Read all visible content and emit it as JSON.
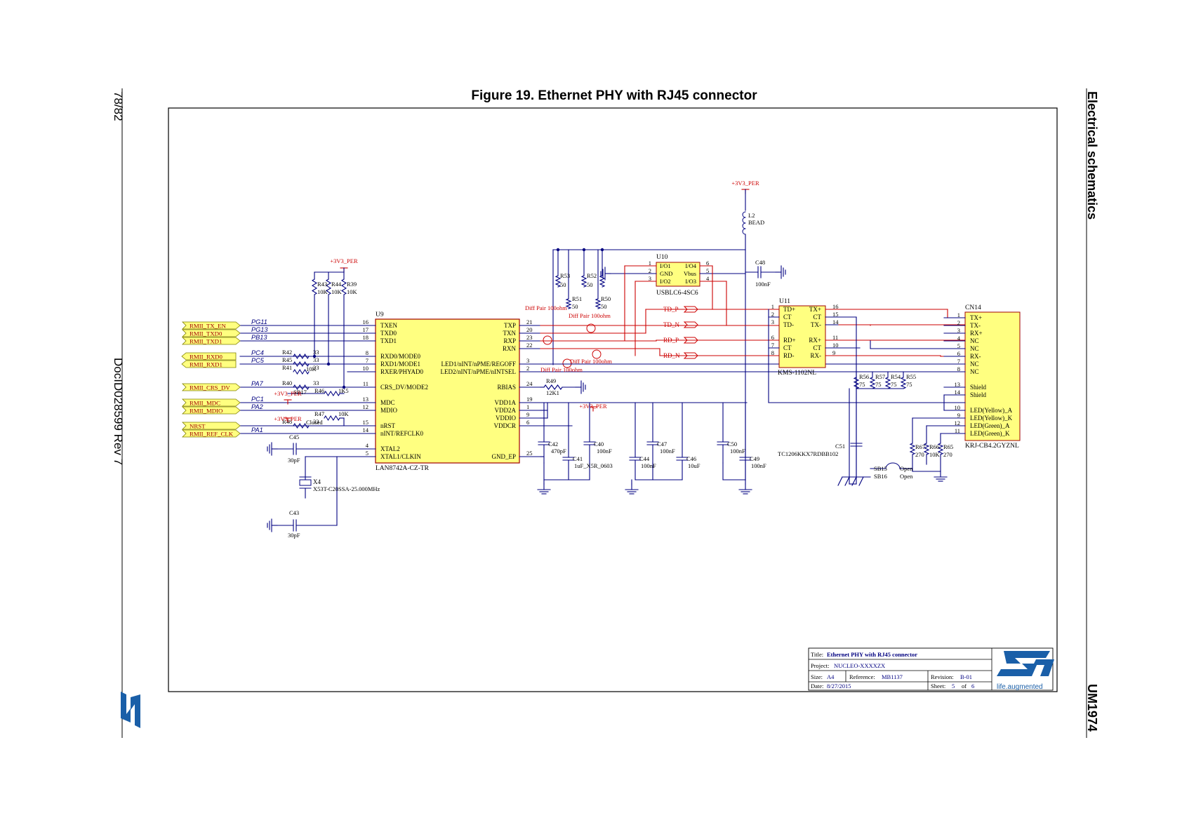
{
  "page": {
    "page_number": "78/82",
    "doc_id": "DocID028599 Rev 7",
    "section": "Electrical schematics",
    "doc_code": "UM1974",
    "figure_title": "Figure 19. Ethernet PHY with RJ45 connector"
  },
  "colors": {
    "wire": "#000080",
    "red": "#cc0000",
    "netfill": "#ffff80",
    "net": "#808000",
    "comp": "#a00000",
    "text": "#000000"
  },
  "power": {
    "v33": "+3V3_PER"
  },
  "nets": [
    {
      "name": "RMII_TX_EN",
      "port": "PG11"
    },
    {
      "name": "RMII_TXD0",
      "port": "PG13"
    },
    {
      "name": "RMII_TXD1",
      "port": "PB13"
    },
    {
      "name": "RMII_RXD0",
      "port": "PC4"
    },
    {
      "name": "RMII_RXD1",
      "port": "PC5"
    },
    {
      "name": "RMII_CRS_DV",
      "port": "PA7"
    },
    {
      "name": "RMII_MDC",
      "port": "PC1"
    },
    {
      "name": "RMII_MDIO",
      "port": "PA2"
    },
    {
      "name": "NRST",
      "port": ""
    },
    {
      "name": "RMII_REF_CLK",
      "port": "PA1"
    }
  ],
  "u9": {
    "ref": "U9",
    "part": "LAN8742A-CZ-TR",
    "left_pins": [
      "TXEN",
      "TXD0",
      "TXD1",
      "RXD0/MODE0",
      "RXD1/MODE1",
      "RXER/PHYAD0",
      "CRS_DV/MODE2",
      "MDC",
      "MDIO",
      "nRST",
      "nINT/REFCLK0",
      "XTAL2",
      "XTAL1/CLKIN"
    ],
    "left_nums": [
      "16",
      "17",
      "18",
      "8",
      "7",
      "10",
      "11",
      "13",
      "12",
      "15",
      "14",
      "4",
      "5"
    ],
    "right_pins": [
      "TXP",
      "TXN",
      "RXP",
      "RXN",
      "LED1/nINT/nPME/REGOFF",
      "LED2/nINT/nPME/nINTSEL",
      "RBIAS",
      "VDD1A",
      "VDD2A",
      "VDDIO",
      "VDDCR",
      "GND_EP"
    ],
    "right_nums": [
      "21",
      "20",
      "23",
      "22",
      "3",
      "2",
      "24",
      "19",
      "1",
      "9",
      "6",
      "25"
    ]
  },
  "u10": {
    "ref": "U10",
    "part": "USBLC6-4SC6",
    "pins": [
      "I/O1",
      "GND",
      "I/O2",
      "I/O4",
      "Vbus",
      "I/O3"
    ],
    "nums": [
      "1",
      "2",
      "3",
      "6",
      "5",
      "4"
    ]
  },
  "u11": {
    "ref": "U11",
    "part": "KMS-1102NL",
    "left_pins": [
      "TD+",
      "CT",
      "TD-",
      "RD+",
      "CT",
      "RD-"
    ],
    "left_nums": [
      "1",
      "2",
      "3",
      "6",
      "7",
      "8"
    ],
    "right_pins": [
      "TX+",
      "CT",
      "TX-",
      "RX+",
      "CT",
      "RX-"
    ],
    "right_nums": [
      "16",
      "15",
      "14",
      "11",
      "10",
      "9"
    ]
  },
  "cn14": {
    "ref": "CN14",
    "part": "KRJ-CB4.2GYZNL",
    "pins": [
      "TX+",
      "TX-",
      "RX+",
      "NC",
      "NC",
      "RX-",
      "NC",
      "NC",
      "Shield",
      "Shield",
      "LED(Yellow)_A",
      "LED(Yellow)_K",
      "LED(Green)_A",
      "LED(Green)_K"
    ],
    "nums": [
      "1",
      "2",
      "3",
      "4",
      "5",
      "6",
      "7",
      "8",
      "13",
      "14",
      "10",
      "9",
      "12",
      "11"
    ]
  },
  "diff": {
    "tdp": "TD_P",
    "tdn": "TD_N",
    "rdp": "RD_P",
    "rdn": "RD_N",
    "pair": "Diff Pair 100ohm"
  },
  "labels": {
    "l2": "L2",
    "bead": "BEAD",
    "c48": "C48",
    "c48v": "100nF",
    "r53": "R53",
    "r52": "R52",
    "r51": "R51",
    "r50": "R50",
    "v50": "50",
    "r43": "R43",
    "r44": "R44",
    "r39": "R39",
    "v10k": "10K",
    "r42": "R42",
    "r45": "R45",
    "r41": "R41",
    "r40": "R40",
    "r46": "R46",
    "r47": "R47",
    "r48": "R48",
    "v33": "33",
    "v1k5": "1K5",
    "sb17": "SB17",
    "closed": "Closed",
    "c45": "C45",
    "c43": "C43",
    "v30p": "30pF",
    "x4": "X4",
    "x4part": "X53T-C20SSA-25.000MHz",
    "r49": "R49",
    "r49v": "12K1",
    "c42": "C42",
    "c42v": "470pF",
    "c40": "C40",
    "c40v": "100nF",
    "c41": "C41",
    "c41v": "1uF_X5R_0603",
    "c44": "C44",
    "c44v": "100nF",
    "c47": "C47",
    "c47v": "100nF",
    "c46": "C46",
    "c46v": "10uF",
    "c50": "C50",
    "c50v": "100nF",
    "c49": "C49",
    "c49v": "100nF",
    "c51": "C51",
    "c51part": "TC1206KKX7RDBB102",
    "r56": "R56",
    "r57": "R57",
    "r54": "R54",
    "r55": "R55",
    "v75": "75",
    "sb15": "SB15",
    "sb16": "SB16",
    "open": "Open",
    "r67": "R67",
    "r66": "R66",
    "r65": "R65",
    "v270": "270",
    "v10k2": "10K"
  },
  "title_block": {
    "title_label": "Title:",
    "title": "Ethernet PHY with RJ45 connector",
    "project_label": "Project:",
    "project": "NUCLEO-XXXXZX",
    "size_label": "Size:",
    "size": "A4",
    "ref_label": "Reference:",
    "ref": "MB1137",
    "rev_label": "Revision:",
    "rev": "B-01",
    "date_label": "Date:",
    "date": "8/27/2015",
    "sheet_label": "Sheet:",
    "sheet": "5",
    "of_label": "of",
    "of": "6",
    "tagline": "life.augmented"
  }
}
